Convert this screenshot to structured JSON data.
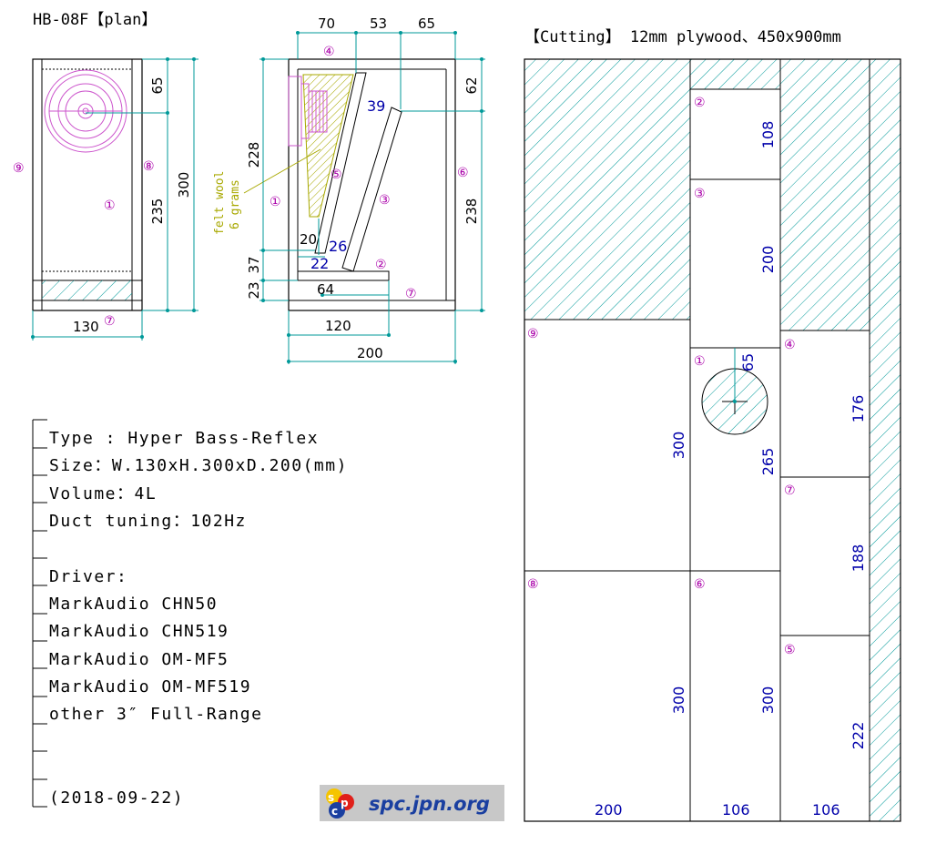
{
  "titles": {
    "plan": "HB-08F【plan】",
    "cutting": "【Cutting】 12mm plywood、450x900mm"
  },
  "front_view": {
    "dims": {
      "width": "130",
      "height": "300",
      "upper": "65",
      "lower": "235"
    },
    "markers": {
      "panel9": "⑨",
      "panel8": "⑧",
      "panel1": "①",
      "panel7": "⑦"
    }
  },
  "side_view": {
    "dims": {
      "top_a": "70",
      "top_b": "53",
      "top_c": "65",
      "right_upper": "62",
      "right_lower": "238",
      "left_upper": "228",
      "left_mid": "37",
      "left_low": "23",
      "depth": "200",
      "bottom_board": "120",
      "port": "64",
      "d39": "39",
      "d20": "20",
      "d26": "26",
      "d22": "22"
    },
    "markers": {
      "m4": "④",
      "m5": "⑤",
      "m3": "③",
      "m6": "⑥",
      "m1": "①",
      "m2": "②",
      "m7": "⑦"
    },
    "felt_line1": "felt wool",
    "felt_line2": "6 grams"
  },
  "specs": [
    "Type : Hyper Bass-Reflex",
    "Size：W.130xH.300xD.200(mm)",
    "Volume：4L",
    "Duct tuning：102Hz",
    "",
    "Driver:",
    "MarkAudio CHN50",
    "MarkAudio CHN519",
    "MarkAudio OM-MF5",
    "MarkAudio OM-MF519",
    "other 3″ Full-Range",
    "",
    "",
    "(2018-09-22)"
  ],
  "logo": {
    "text": "spc.jpn.org"
  },
  "cutting": {
    "panel2": {
      "marker": "②",
      "dim": "108"
    },
    "panel3": {
      "marker": "③",
      "dim": "200"
    },
    "panel9": {
      "marker": "⑨",
      "dim": "300"
    },
    "panel1": {
      "marker": "①",
      "dim": "265",
      "hole": "65"
    },
    "panel4": {
      "marker": "④",
      "dim": "176"
    },
    "panel7": {
      "marker": "⑦",
      "dim": "188"
    },
    "panel5": {
      "marker": "⑤",
      "dim": "222"
    },
    "panel8": {
      "marker": "⑧",
      "dim": "300"
    },
    "panel6": {
      "marker": "⑥",
      "dim": "300"
    },
    "bottom_dims": [
      "200",
      "106",
      "106"
    ]
  },
  "colors": {
    "dimension_line": "#009999",
    "blue_text": "#0000aa",
    "marker": "#aa00aa",
    "felt": "#a8a800",
    "hatch": "#009999"
  }
}
